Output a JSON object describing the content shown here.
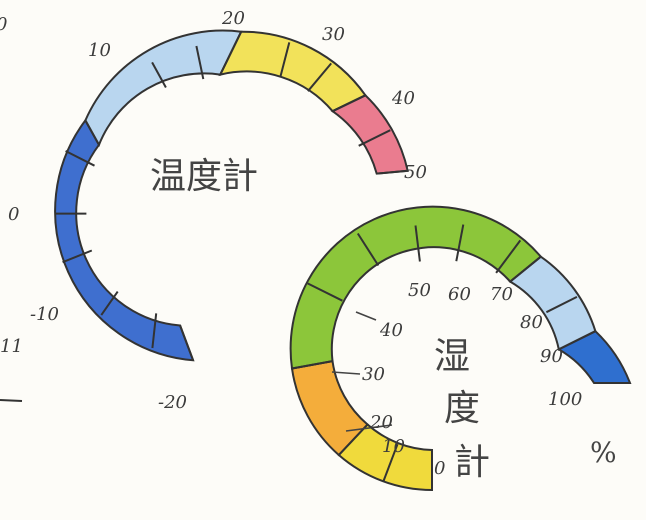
{
  "thermometer": {
    "title": "温度計",
    "unit": "℃",
    "labels": [
      "-20",
      "-10",
      "0",
      "10",
      "20",
      "30",
      "40",
      "50"
    ],
    "colors": {
      "cold": "#3f6fcf",
      "cool": "#b9d6ef",
      "warm": "#f2e25a",
      "hot": "#ea7c8f"
    }
  },
  "hygrometer": {
    "title_chars": [
      "湿",
      "度",
      "計"
    ],
    "unit": "%",
    "labels": [
      "0",
      "10",
      "20",
      "30",
      "40",
      "50",
      "60",
      "70",
      "80",
      "90",
      "100"
    ],
    "colors": {
      "dry": "#f0da3c",
      "low": "#f4ad3b",
      "comfort": "#8cc63a",
      "humid": "#b9d6ef",
      "wet": "#2f6fcf"
    }
  },
  "stray_marks": [
    "0",
    "-10",
    "11"
  ]
}
